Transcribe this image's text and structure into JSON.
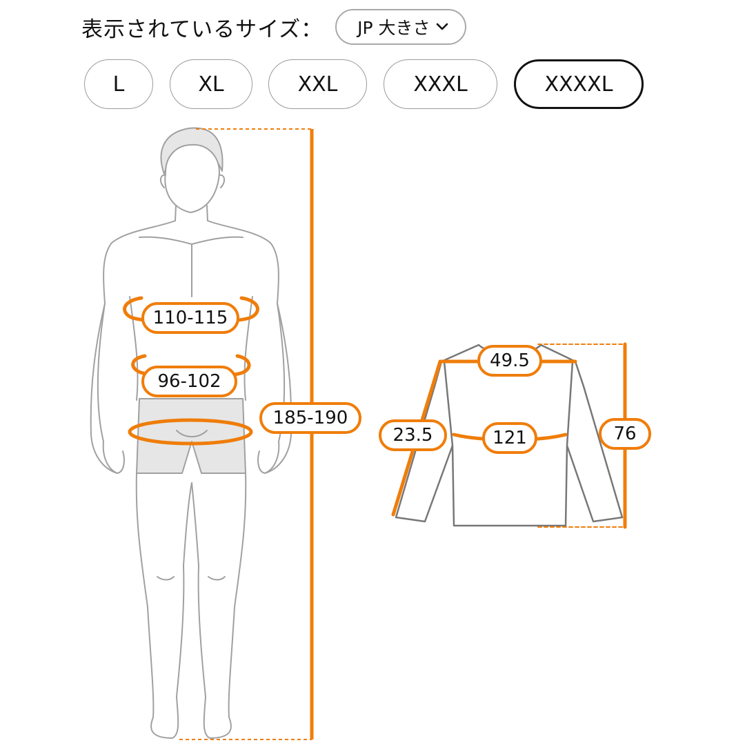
{
  "header": {
    "label": "表示されているサイズ：",
    "unit_select": {
      "value": "JP 大きさ",
      "icon": "chevron-down-icon"
    }
  },
  "sizes": [
    {
      "label": "L",
      "selected": false
    },
    {
      "label": "XL",
      "selected": false
    },
    {
      "label": "XXL",
      "selected": false
    },
    {
      "label": "XXXL",
      "selected": false
    },
    {
      "label": "XXXXL",
      "selected": true
    }
  ],
  "body_measurements": {
    "chest": "110-115",
    "waist": "96-102",
    "height": "185-190"
  },
  "garment_measurements": {
    "shoulder": "49.5",
    "sleeve": "23.5",
    "chest": "121",
    "length": "76"
  },
  "colors": {
    "accent": "#ef7d0a",
    "outline": "#9a9a9a",
    "selected_border": "#111111"
  }
}
